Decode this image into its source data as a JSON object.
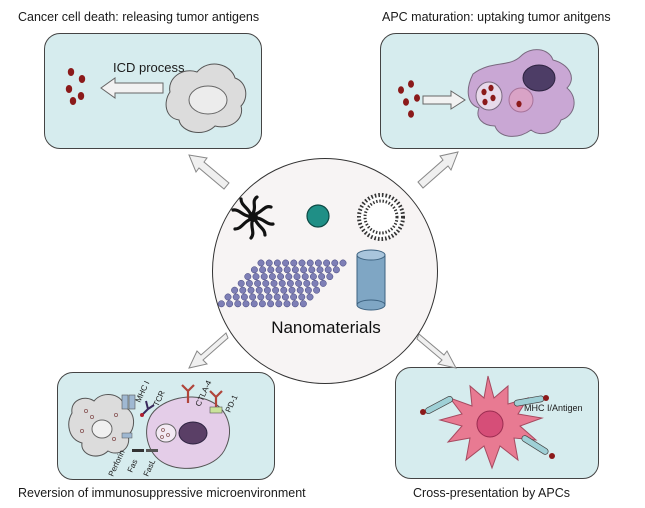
{
  "captions": {
    "top_left": "Cancer cell death: releasing tumor antigens",
    "top_right": "APC maturation: uptaking tumor anitgens",
    "bottom_left": "Reversion of immunosuppressive microenvironment",
    "bottom_right": "Cross-presentation by APCs"
  },
  "panel_top_left": {
    "icd_label": "ICD process"
  },
  "panel_bottom_left": {
    "mhc_label": "MHC I",
    "tcr_label": "TCR",
    "ctla4_label": "CTLA-4",
    "pd1_label": "PD-1",
    "perforin_label": "Perforin",
    "fas_label": "Fas",
    "fasl_label": "FasL"
  },
  "panel_bottom_right": {
    "mhc_antigen_label": "MHC I/Antigen"
  },
  "center": {
    "title": "Nanomaterials"
  },
  "colors": {
    "panel_bg": "#d6ecee",
    "antigen": "#8b1a1a",
    "apc": "#c9a7d4",
    "nanoparticle_sphere": "#1f8f86",
    "nanosheet_dot": "#7e7fb6",
    "cylinder": "#7fa6c4",
    "dendritic_cell": "#e87a92"
  }
}
